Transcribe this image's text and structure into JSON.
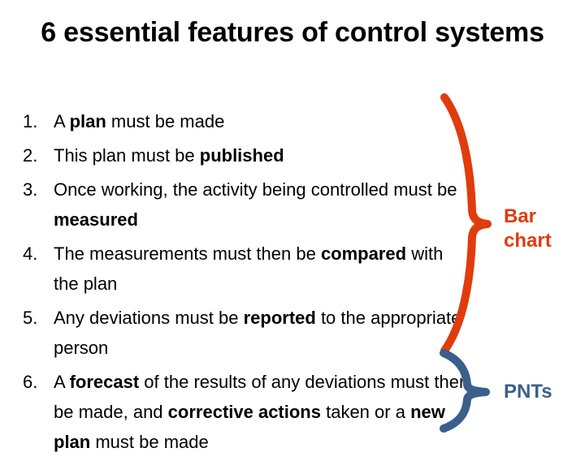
{
  "slide": {
    "title": "6 essential features of control systems",
    "background_color": "#FFFFFF"
  },
  "list": {
    "items": [
      {
        "number": "1.",
        "html": "A <b>plan</b> must be made"
      },
      {
        "number": "2.",
        "html": "This plan must be <b>published</b>"
      },
      {
        "number": "3.",
        "html": "Once working, the activity being controlled must be <b>measured</b>"
      },
      {
        "number": "4.",
        "html": "The measurements must then be <b>compared</b> with the plan"
      },
      {
        "number": "5.",
        "html": "Any deviations must be <b>reported</b> to the appropriate person"
      },
      {
        "number": "6.",
        "html": "A <b>forecast</b> of the results of any deviations must then be made, and <b>corrective actions</b> taken or a <b>new plan</b> must be made"
      }
    ]
  },
  "annotations": {
    "brace_top": {
      "icon": "right-curly-brace-icon",
      "color": "#E03C0E",
      "groups_items": "1-5",
      "label": "Bar\nchart",
      "label_color": "#E03C0E"
    },
    "brace_bottom": {
      "icon": "right-curly-brace-icon",
      "color": "#3B5F8C",
      "groups_items": "6",
      "label": "PNTs",
      "label_color": "#3B5F8C"
    }
  }
}
